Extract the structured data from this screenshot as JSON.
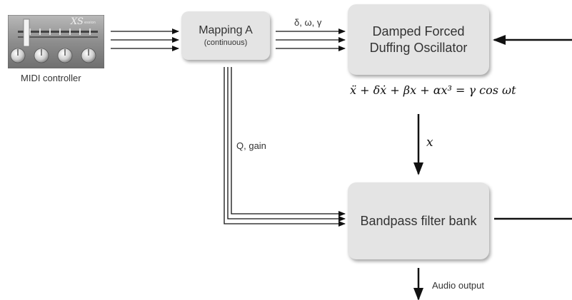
{
  "midi_controller": {
    "label": "MIDI controller",
    "logo_text": "XSession"
  },
  "mapping": {
    "title": "Mapping A",
    "subtitle": "(continuous)"
  },
  "oscillator": {
    "line1": "Damped Forced",
    "line2": "Duffing Oscillator"
  },
  "filter": {
    "title": "Bandpass filter bank"
  },
  "edges": {
    "params": "δ, ω, γ",
    "q_gain": "Q, gain",
    "state": "x",
    "audio": "Audio output"
  },
  "equation": "ẍ + δẋ + βx + αx³ = γ cos ωt",
  "colors": {
    "box_fill": "#e4e4e4",
    "arrow": "#111111",
    "text": "#333333"
  }
}
